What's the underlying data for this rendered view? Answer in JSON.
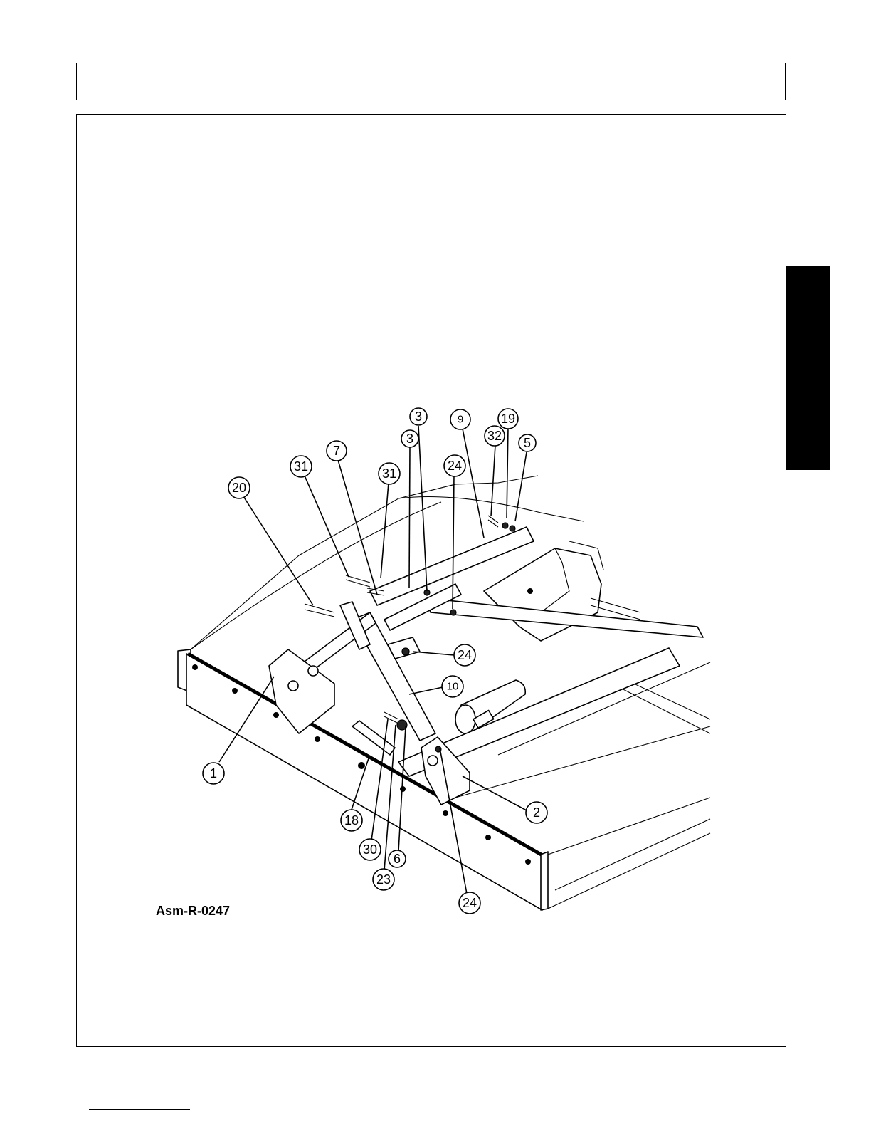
{
  "diagram": {
    "id_label": "Asm-R-0247",
    "callouts": [
      "1",
      "2",
      "3",
      "3",
      "5",
      "6",
      "7",
      "9",
      "10",
      "18",
      "19",
      "20",
      "23",
      "24",
      "24",
      "24",
      "30",
      "31",
      "31",
      "32"
    ]
  }
}
